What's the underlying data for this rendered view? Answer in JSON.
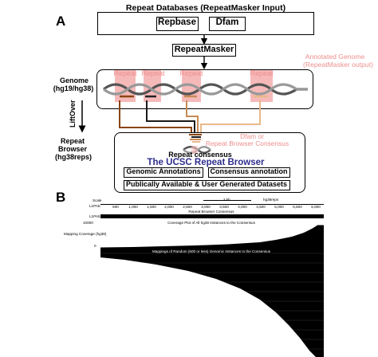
{
  "panel_a": {
    "letter": "A",
    "repeat_databases_title": "Repeat Databases (RepeatMasker Input)",
    "repbase": "Repbase",
    "dfam": "Dfam",
    "repeatmasker": "RepeatMasker",
    "annotated_genome": "Annotated Genome",
    "annotated_genome_sub": "(RepeatMasker output)",
    "genome_label_1": "Genome",
    "genome_label_2": "(hg19/hg38)",
    "repeat_labels": [
      "Repeat",
      "Repeat",
      "Repeat",
      "Repeat"
    ],
    "liftover": "LiftOver",
    "repeat_browser_1": "Repeat",
    "repeat_browser_2": "Browser",
    "repeat_browser_3": "(hg38reps)",
    "dfam_or": "Dfam or",
    "repeat_browser_consensus": "Repeat Browser Consensus",
    "repeat_consensus": "Repeat consensus",
    "ucsc_title": "The UCSC Repeat Browser",
    "genomic_annotations": "Genomic Annotations",
    "consensus_annotation": "Consensus annotation",
    "public_datasets": "Publically Available & User Generated Datasets"
  },
  "panel_b": {
    "letter": "B",
    "scale_label": "Scale",
    "l1pa_label": "L1PA5:",
    "scale_text": "2 kb",
    "assembly": "hg38reps",
    "ticks": [
      "500",
      "1,000",
      "1,500",
      "2,000",
      "2,500",
      "3,000",
      "3,500",
      "4,000",
      "4,500",
      "5,000",
      "5,500",
      "6,000"
    ],
    "consensus_track": "Repeat Browser Consensus",
    "l1pa5_row": "L1PA5",
    "coverage_top": "10000",
    "coverage_title": "Coverage Plot of All hg38 Instances to the Consensus",
    "mapping_coverage": "Mapping Coverage (hg38)",
    "coverage_zero": "0",
    "mappings_title": "Mappings of Random (500 or less) Genomic Instances to the Consensus"
  },
  "colors": {
    "repeat_pink": "#f6b9b9",
    "label_pink": "#ee8e8e",
    "ucsc_blue": "#2e2d8c",
    "arrow_brown": "#8b4513",
    "arrow_tan": "#d59a62",
    "arrow_black": "#1a1a1a",
    "arrow_light": "#e8b88a"
  }
}
